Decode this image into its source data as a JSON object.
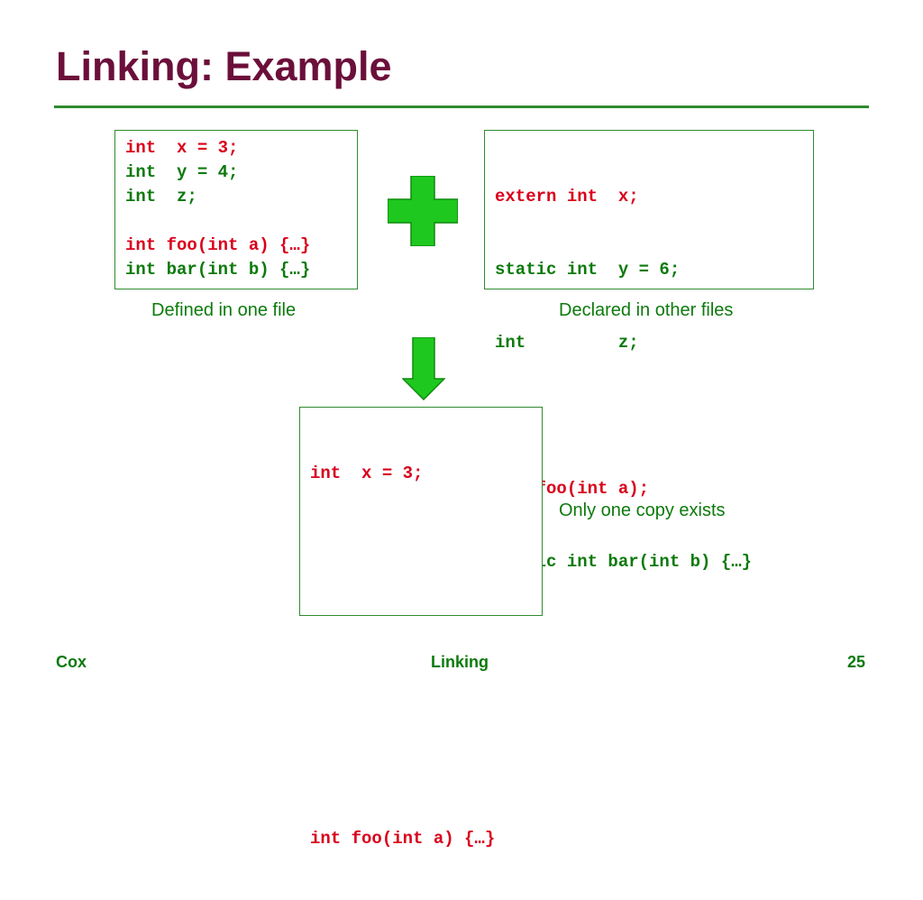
{
  "title": "Linking: Example",
  "left_box": {
    "lines": [
      {
        "kw": "int",
        "rest": "  x = 3;",
        "color": "red"
      },
      {
        "kw": "int",
        "rest": "  y = 4;",
        "color": "green"
      },
      {
        "kw": "int",
        "rest": "  z;",
        "color": "green"
      },
      {
        "kw": "",
        "rest": "",
        "color": "green"
      },
      {
        "kw": "int foo(int a) {…}",
        "rest": "",
        "color": "red"
      },
      {
        "kw": "int bar(int b) {…}",
        "rest": "",
        "color": "green"
      }
    ],
    "caption": "Defined in one file"
  },
  "right_box": {
    "lines": [
      {
        "text": "extern int  x;",
        "color": "red"
      },
      {
        "text": "static int  y = 6;",
        "color": "green"
      },
      {
        "text": "int         z;",
        "color": "green"
      },
      {
        "text": "",
        "color": "green"
      },
      {
        "text": "int foo(int a);",
        "color": "red"
      },
      {
        "text": "static int bar(int b) {…}",
        "color": "green"
      }
    ],
    "caption": "Declared in other files"
  },
  "result_box": {
    "line1": "int  x = 3;",
    "line2": "int foo(int a) {…}",
    "caption": "Only one copy exists"
  },
  "footer": {
    "left": "Cox",
    "center": "Linking",
    "page_number": "25"
  },
  "icons": {
    "plus": "plus-icon",
    "arrow": "arrow-down-icon"
  },
  "colors": {
    "title": "#6b0f3a",
    "accent_green": "#0c7a0c",
    "code_red": "#d9001b",
    "icon_green": "#1ec81e"
  }
}
